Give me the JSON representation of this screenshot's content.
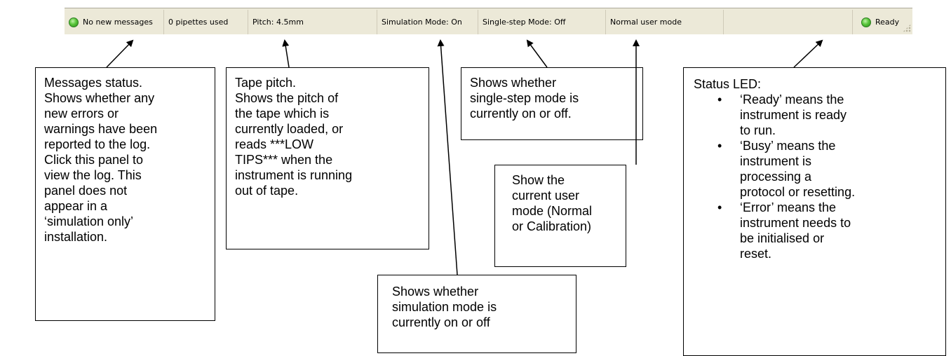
{
  "statusbar": {
    "messages": "No new messages",
    "pipettes": "0 pipettes used",
    "pitch": "Pitch: 4.5mm",
    "simulation": "Simulation Mode: On",
    "single_step": "Single-step Mode: Off",
    "user_mode": "Normal user mode",
    "status": "Ready",
    "led_color": "#4cbb33"
  },
  "callouts": {
    "messages": {
      "lines": [
        "Messages status.",
        "Shows whether any",
        "new errors or",
        "warnings have been",
        "reported to the log.",
        "Click this panel to",
        "view the log. This",
        "panel does not",
        "appear in a",
        "‘simulation only’",
        "installation."
      ]
    },
    "pitch": {
      "lines": [
        "Tape pitch.",
        "Shows the pitch of",
        "the tape which is",
        "currently loaded, or",
        "reads ***LOW",
        "TIPS*** when the",
        "instrument is running",
        "out of tape."
      ]
    },
    "single_step": {
      "lines": [
        "Shows whether",
        "single-step mode is",
        "currently on or off."
      ]
    },
    "user_mode": {
      "lines": [
        "Show the",
        "current user",
        "mode (Normal",
        "or Calibration)"
      ]
    },
    "simulation": {
      "lines": [
        "Shows whether",
        "simulation mode is",
        "currently on or off"
      ]
    },
    "status_led": {
      "title": "Status LED:",
      "bullets": [
        [
          "‘Ready’ means the",
          "instrument is ready",
          "to run."
        ],
        [
          "‘Busy’ means the",
          "instrument is",
          "processing a",
          "protocol or resetting."
        ],
        [
          "‘Error’ means the",
          "instrument needs to",
          "be initialised or",
          "reset."
        ]
      ]
    }
  }
}
